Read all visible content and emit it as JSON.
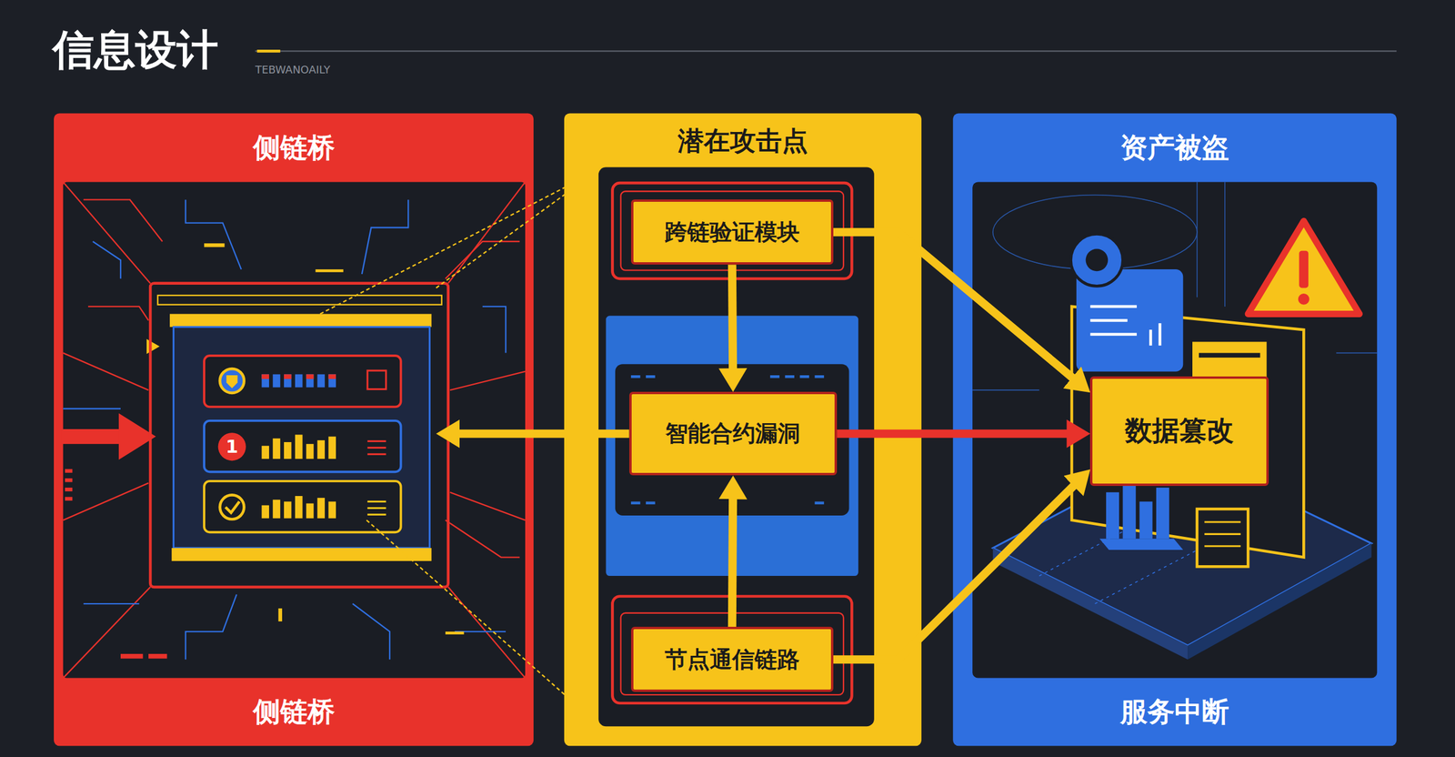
{
  "diagram": {
    "title": "信息设计",
    "nodes": [
      {
        "text": [
          "侧链桥",
          "侧链桥"
        ]
      },
      {
        "text": [
          "1"
        ],
        "in": 0
      },
      {
        "text": [
          "潜在攻击点"
        ]
      },
      {
        "text": [
          "跨链验证模块"
        ],
        "in": 2
      },
      {
        "text": [
          "智能合约漏洞"
        ],
        "in": 2
      },
      {
        "text": [
          "节点通信链路"
        ],
        "in": 2
      },
      {
        "text": [
          "资产被盗",
          "服务中断"
        ]
      },
      {
        "text": [
          "数据篡改"
        ],
        "in": 6
      }
    ],
    "edges": [
      {
        "from": 3,
        "to": 4,
        "arrow": "to"
      },
      {
        "from": 5,
        "to": 4,
        "arrow": "to"
      },
      {
        "from": 4,
        "to": 1,
        "arrow": "to"
      },
      {
        "from": 3,
        "to": 7,
        "arrow": "to"
      },
      {
        "from": 4,
        "to": 7,
        "arrow": "to"
      },
      {
        "from": 5,
        "to": 7,
        "arrow": "to"
      }
    ],
    "labels": [
      "TEBWANOAILY"
    ]
  }
}
